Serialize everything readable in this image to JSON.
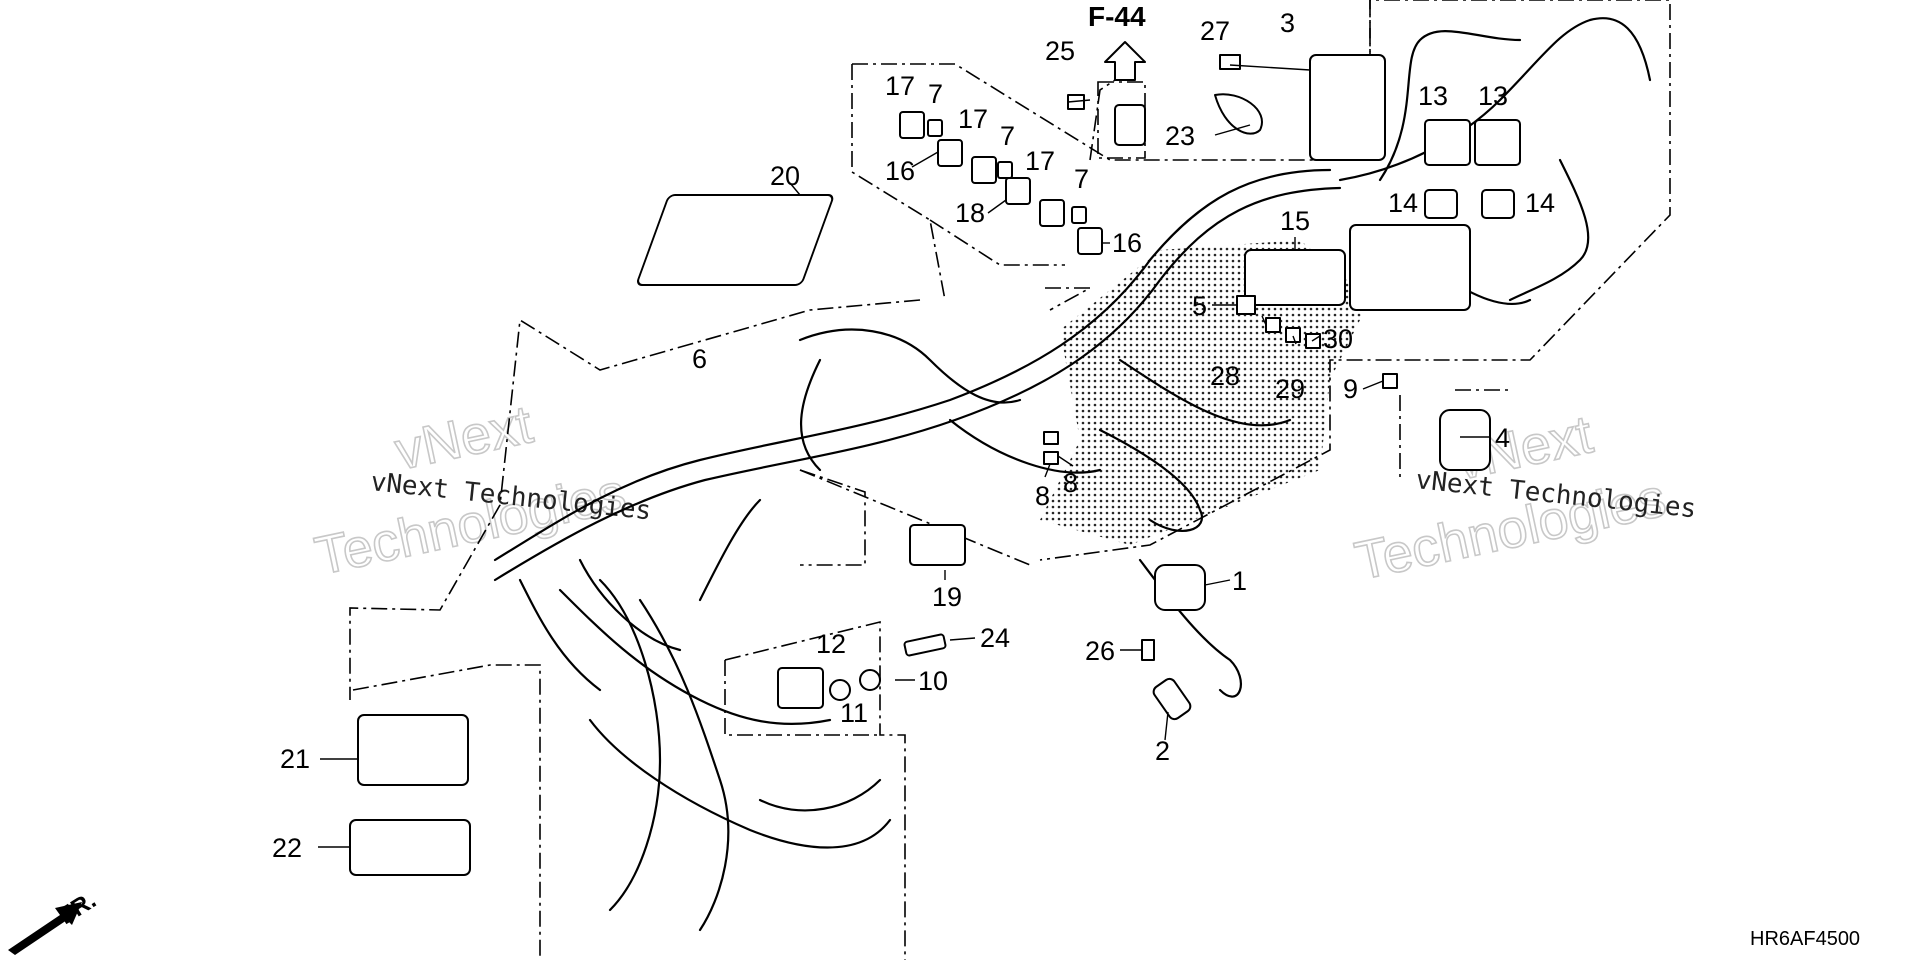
{
  "diagram": {
    "reference_title": "F-44",
    "drawing_code": "HR6AF4500",
    "direction_label": "FR.",
    "watermarks": {
      "outline_top": "vNext",
      "outline_bottom": "Technologies",
      "small_text": "vNext Technologies"
    },
    "callouts": [
      {
        "id": "c1",
        "label": "1"
      },
      {
        "id": "c2",
        "label": "2"
      },
      {
        "id": "c3",
        "label": "3"
      },
      {
        "id": "c4",
        "label": "4"
      },
      {
        "id": "c5",
        "label": "5"
      },
      {
        "id": "c6",
        "label": "6"
      },
      {
        "id": "c7a",
        "label": "7"
      },
      {
        "id": "c7b",
        "label": "7"
      },
      {
        "id": "c7c",
        "label": "7"
      },
      {
        "id": "c8a",
        "label": "8"
      },
      {
        "id": "c8b",
        "label": "8"
      },
      {
        "id": "c9",
        "label": "9"
      },
      {
        "id": "c10",
        "label": "10"
      },
      {
        "id": "c11",
        "label": "11"
      },
      {
        "id": "c12",
        "label": "12"
      },
      {
        "id": "c13a",
        "label": "13"
      },
      {
        "id": "c13b",
        "label": "13"
      },
      {
        "id": "c14a",
        "label": "14"
      },
      {
        "id": "c14b",
        "label": "14"
      },
      {
        "id": "c15",
        "label": "15"
      },
      {
        "id": "c16a",
        "label": "16"
      },
      {
        "id": "c16b",
        "label": "16"
      },
      {
        "id": "c17a",
        "label": "17"
      },
      {
        "id": "c17b",
        "label": "17"
      },
      {
        "id": "c17c",
        "label": "17"
      },
      {
        "id": "c18",
        "label": "18"
      },
      {
        "id": "c19",
        "label": "19"
      },
      {
        "id": "c20",
        "label": "20"
      },
      {
        "id": "c21",
        "label": "21"
      },
      {
        "id": "c22",
        "label": "22"
      },
      {
        "id": "c23",
        "label": "23"
      },
      {
        "id": "c24",
        "label": "24"
      },
      {
        "id": "c25",
        "label": "25"
      },
      {
        "id": "c26",
        "label": "26"
      },
      {
        "id": "c27",
        "label": "27"
      },
      {
        "id": "c28",
        "label": "28"
      },
      {
        "id": "c29",
        "label": "29"
      },
      {
        "id": "c30",
        "label": "30"
      }
    ]
  }
}
